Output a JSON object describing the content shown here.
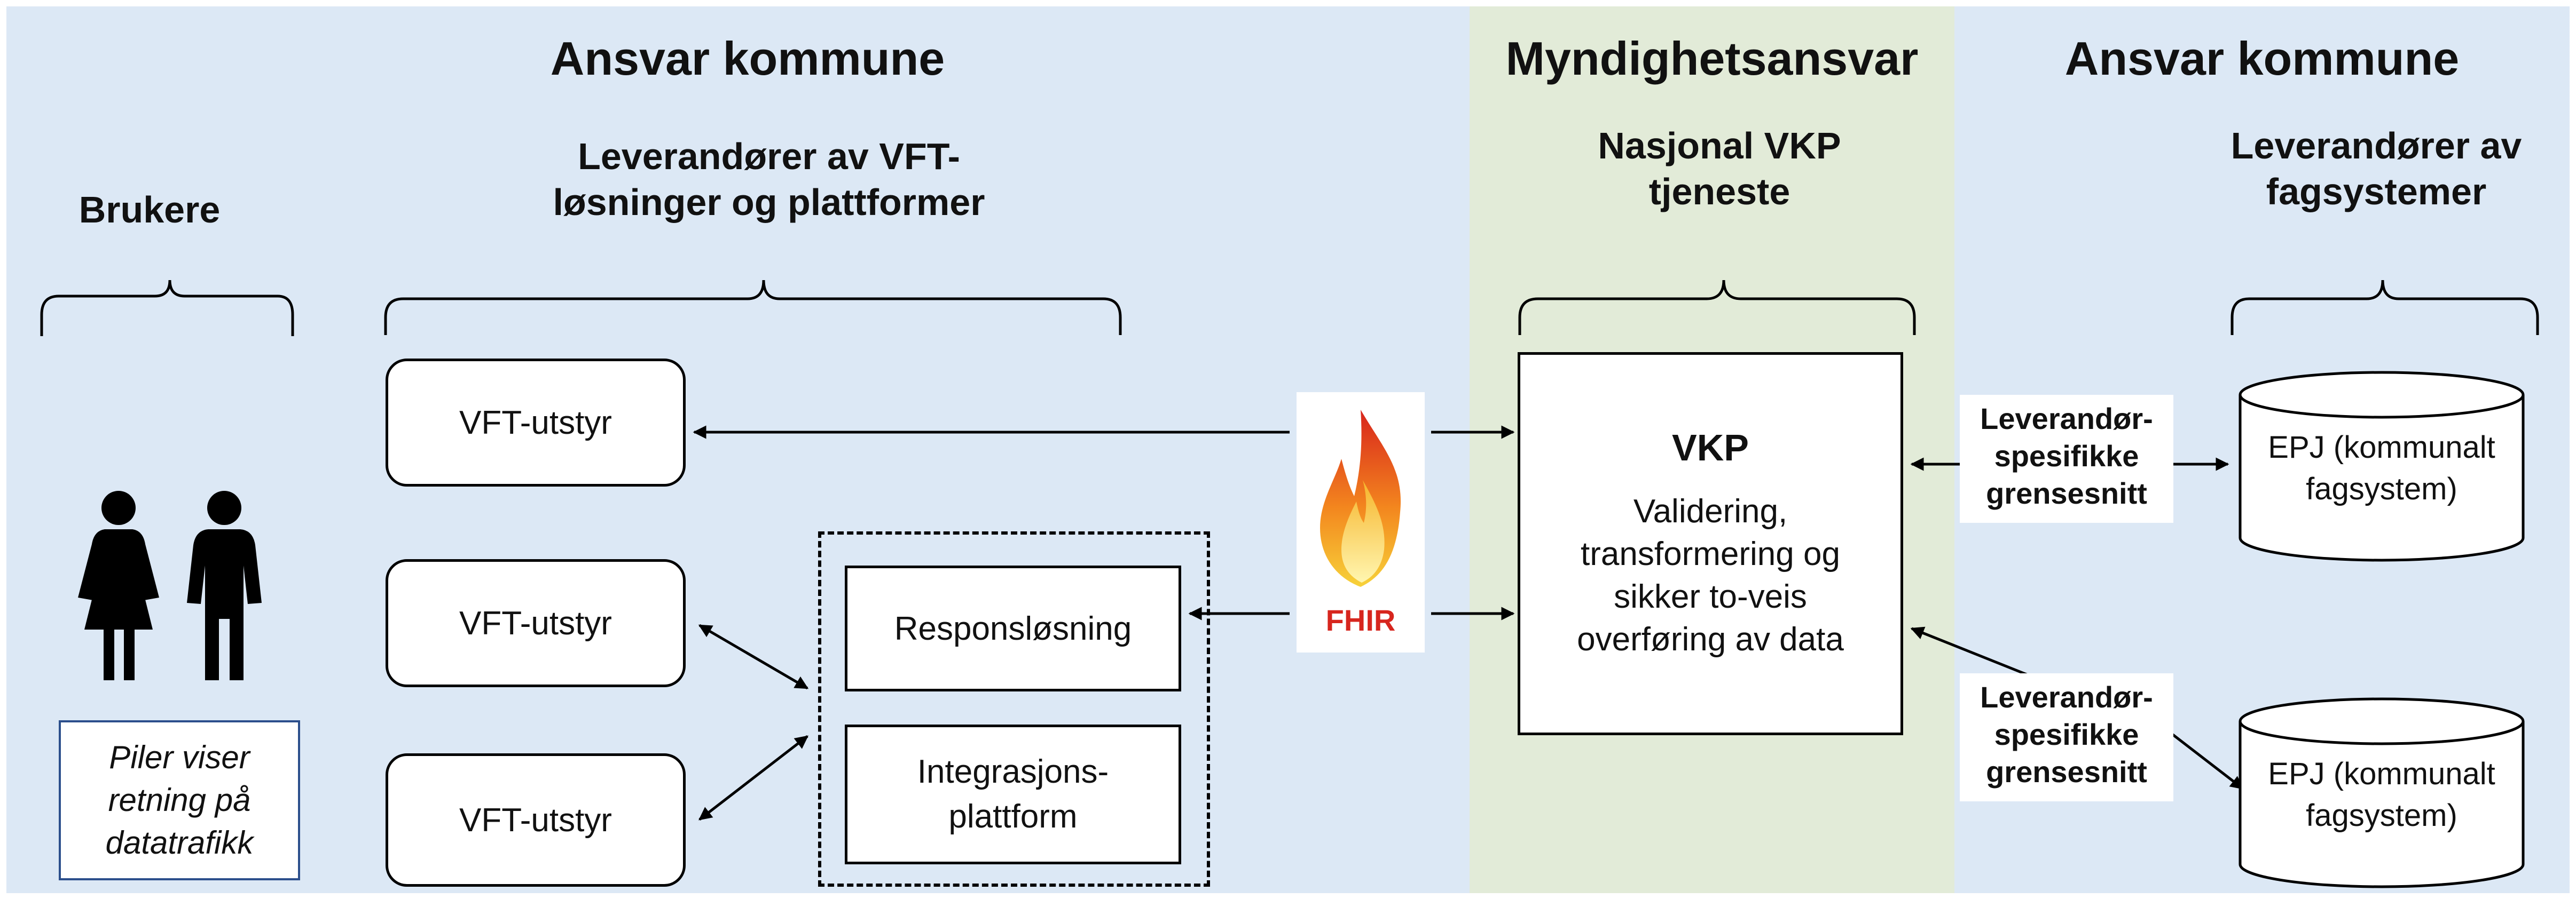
{
  "headers": {
    "left": "Ansvar kommune",
    "middle": "Myndighetsansvar",
    "right": "Ansvar kommune"
  },
  "subheaders": {
    "users": "Brukere",
    "vft_suppliers": "Leverandører av VFT-løsninger og plattformer",
    "national": "Nasjonal VKP tjeneste",
    "fag_suppliers": "Leverandører av fagsystemer"
  },
  "boxes": {
    "vft1": "VFT-utstyr",
    "vft2": "VFT-utstyr",
    "vft3": "VFT-utstyr",
    "respons": "Responsløsning",
    "integrasjon": "Integrasjons-plattform"
  },
  "vkp": {
    "title": "VKP",
    "body": "Validering, transformering og sikker to-veis overføring av data"
  },
  "fhir": {
    "label": "FHIR"
  },
  "interface_labels": {
    "top": "Leverandør-spesifikke grensesnitt",
    "bottom": "Leverandør-spesifikke grensesnitt"
  },
  "epj": {
    "top": "EPJ (kommunalt fagsystem)",
    "bottom": "EPJ (kommunalt fagsystem)"
  },
  "note": "Piler viser retning på datatrafikk",
  "icons": [
    "female-person-icon",
    "male-person-icon",
    "fhir-flame-icon"
  ],
  "colors": {
    "municipal_band": "#dce8f5",
    "authority_band": "#e2ebd8",
    "note_border": "#2c4f8c",
    "fhir_text": "#d7261e"
  }
}
